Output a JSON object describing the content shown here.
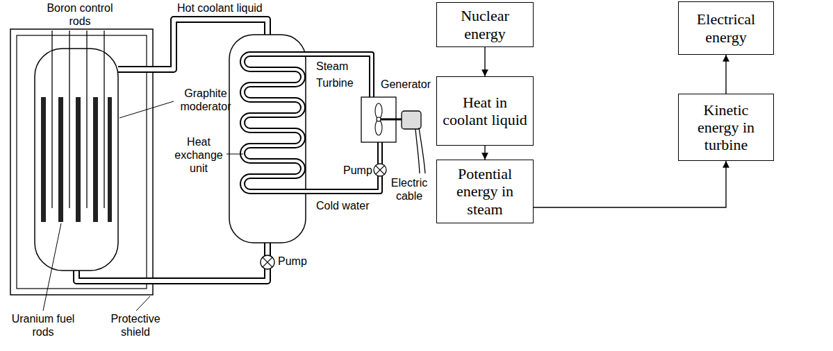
{
  "diagram": {
    "nodes": [
      {
        "text": [
          "Nuclear energy"
        ]
      },
      {
        "text": [
          "Heat in coolant liquid"
        ]
      },
      {
        "text": [
          "Potential energy in steam"
        ]
      },
      {
        "text": [
          "Kinetic energy in turbine"
        ]
      },
      {
        "text": [
          "Electrical energy"
        ]
      }
    ],
    "edges": [
      {
        "from": 0,
        "to": 1,
        "arrow": "to"
      },
      {
        "from": 1,
        "to": 2,
        "arrow": "to"
      },
      {
        "from": 2,
        "to": 3,
        "arrow": "to"
      },
      {
        "from": 3,
        "to": 4,
        "arrow": "to"
      }
    ],
    "labels": [
      "Boron control rods",
      "Hot coolant liquid",
      "Steam",
      "Turbine",
      "Generator",
      "Graphite moderator",
      "Heat exchange unit",
      "Pump",
      "Electric cable",
      "Cold water",
      "Pump",
      "Uranium fuel rods",
      "Protective shield"
    ]
  }
}
